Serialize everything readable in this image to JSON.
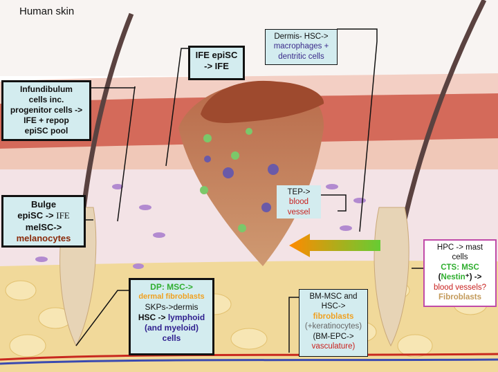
{
  "title": "Human skin",
  "boxes": {
    "ife": {
      "l1": "IFE epiSC",
      "l2": "-> IFE"
    },
    "dermis": {
      "l1": "Dermis- HSC->",
      "l2": "macrophages +",
      "l3": "dentritic cells"
    },
    "infund": {
      "l1": "Infundibulum",
      "l2": "cells inc.",
      "l3": "progenitor cells ->",
      "l4": "IFE + repop",
      "l5": "epiSC pool"
    },
    "bulge": {
      "l1": "Bulge",
      "l2a": "epiSC -> ",
      "l2b": "IFE",
      "l3": "melSC->",
      "l4": "melanocytes"
    },
    "tep": {
      "l1": "TEP->",
      "l2": "blood",
      "l3": "vessel"
    },
    "hpc": {
      "l1": "HPC -> mast",
      "l2": "cells",
      "l3": "CTS: MSC",
      "l4a": "(",
      "l4b": "Nestin",
      "l4c": "⁺) ->",
      "l5": "blood vessels?",
      "l6": "Fibroblasts"
    },
    "dp": {
      "l1": "DP: MSC->",
      "l2": "dermal fibroblasts",
      "l3": "SKPs->dermis",
      "l4a": "HSC -> ",
      "l4b": "lymphoid",
      "l5": "(and myeloid)",
      "l6": "cells"
    },
    "bm": {
      "l1": "BM-MSC and",
      "l2": "HSC->",
      "l3": "fibroblasts",
      "l4": "(+keratinocytes)",
      "l5": "(BM-EPC->",
      "l6": "vasculature)"
    }
  },
  "colors": {
    "box_fill": "#d3ecef",
    "wound": "#c07b58",
    "scab": "#9e4a2e",
    "epidermis": "#d46a5a",
    "dermis": "#f3e3e6",
    "fat": "#f1d99a",
    "arrow_start": "#ff8a00",
    "arrow_end": "#66cc33"
  }
}
